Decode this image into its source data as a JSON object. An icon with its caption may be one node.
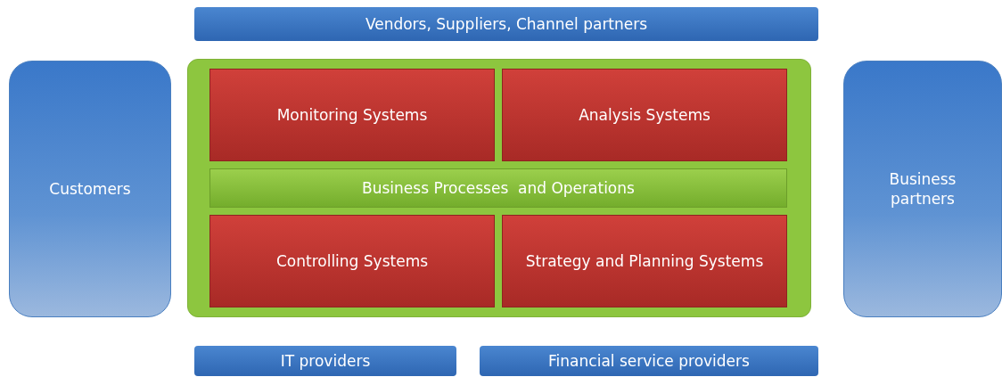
{
  "diagram": {
    "nodes": [
      {
        "text": [
          "Vendors, Suppliers, Channel partners"
        ]
      },
      {
        "text": [
          "Customers"
        ]
      },
      {
        "text": [],
        "shape": "box"
      },
      {
        "text": [
          "Monitoring Systems"
        ],
        "in": 2
      },
      {
        "text": [
          "Analysis Systems"
        ],
        "in": 2
      },
      {
        "text": [
          "Business Processes  and Operations"
        ],
        "in": 2
      },
      {
        "text": [
          "Controlling Systems"
        ],
        "in": 2
      },
      {
        "text": [
          "Strategy and Planning Systems"
        ],
        "in": 2
      },
      {
        "text": [
          "Business partners"
        ]
      },
      {
        "text": [
          "IT providers"
        ]
      },
      {
        "text": [
          "Financial service providers"
        ]
      }
    ]
  }
}
